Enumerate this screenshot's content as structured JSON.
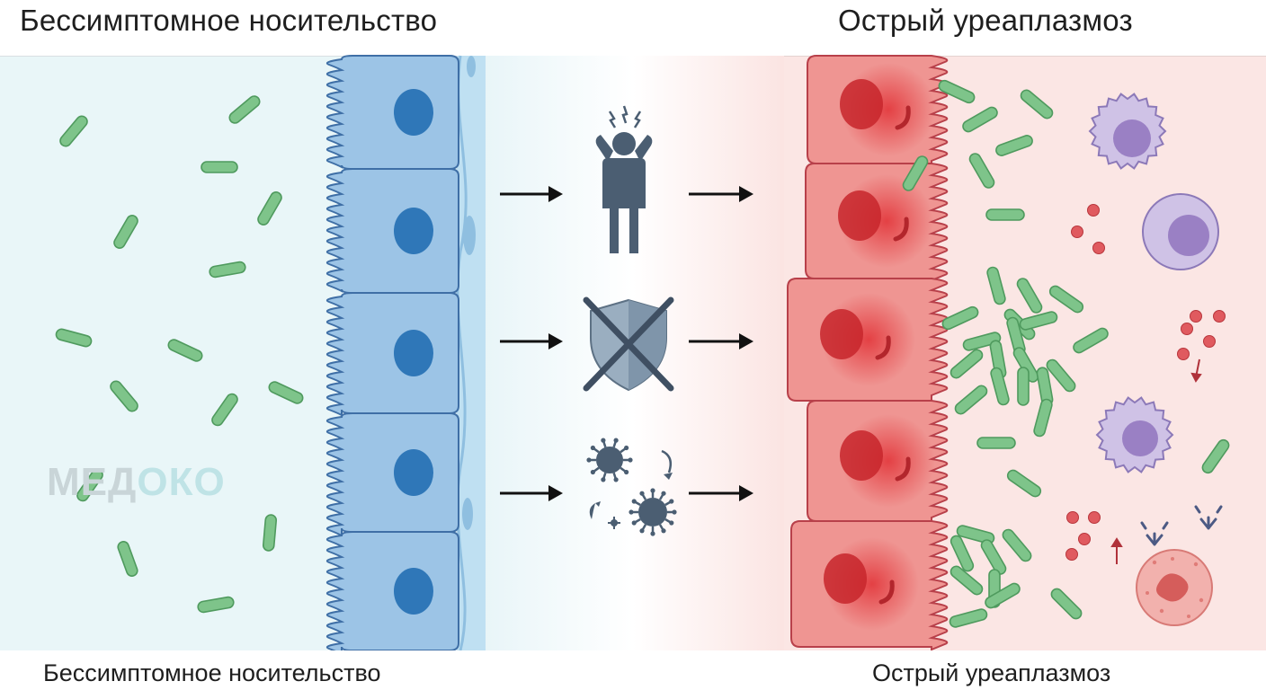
{
  "header": {
    "left_title": "Бессимптомное носительство",
    "right_title": "Острый уреаплазмоз"
  },
  "footer": {
    "left_caption": "Бессимптомное носительство",
    "right_caption": "Острый уреаплазмоз"
  },
  "watermark": {
    "part1": "МЕД",
    "part2": "ОКО"
  },
  "icons": [
    "headache-person-icon",
    "broken-shield-icon",
    "microbe-multiplying-icon"
  ],
  "colors": {
    "healthy_fluid": "#e9f6f8",
    "healthy_cell": "#9cc4e6",
    "healthy_nucleus": "#2f77b8",
    "inflamed_fluid": "#fbe6e4",
    "inflamed_cell": "#ec8a86",
    "inflamed_nucleus": "#cf2f33",
    "bacteria": "#7ec48a",
    "immune_cell": "#b9a9d8"
  }
}
